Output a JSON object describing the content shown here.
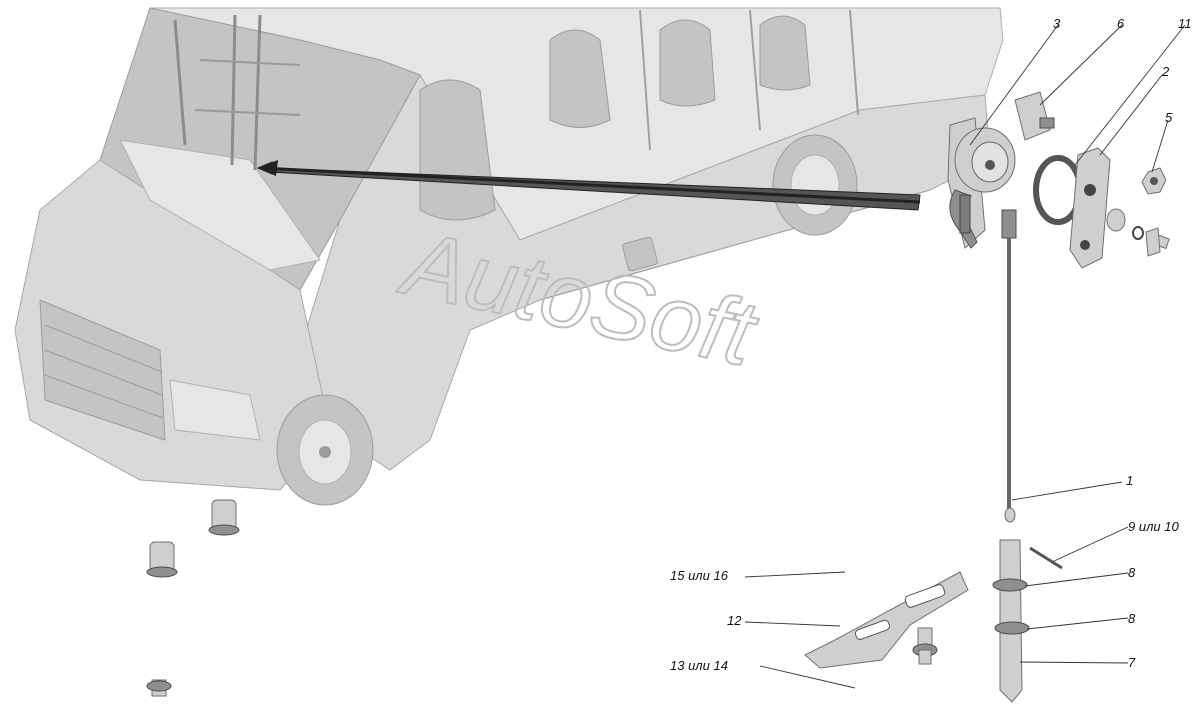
{
  "watermark": "AutoSoft",
  "callouts": [
    {
      "id": "c3",
      "label": "3"
    },
    {
      "id": "c6",
      "label": "6"
    },
    {
      "id": "c11",
      "label": "11"
    },
    {
      "id": "c2",
      "label": "2"
    },
    {
      "id": "c5",
      "label": "5"
    },
    {
      "id": "c1",
      "label": "1"
    },
    {
      "id": "c9",
      "label": "9 или 10"
    },
    {
      "id": "c8a",
      "label": "8"
    },
    {
      "id": "c8b",
      "label": "8"
    },
    {
      "id": "c7",
      "label": "7"
    },
    {
      "id": "c15",
      "label": "15 или 16"
    },
    {
      "id": "c12",
      "label": "12"
    },
    {
      "id": "c13",
      "label": "13 или 14"
    }
  ]
}
